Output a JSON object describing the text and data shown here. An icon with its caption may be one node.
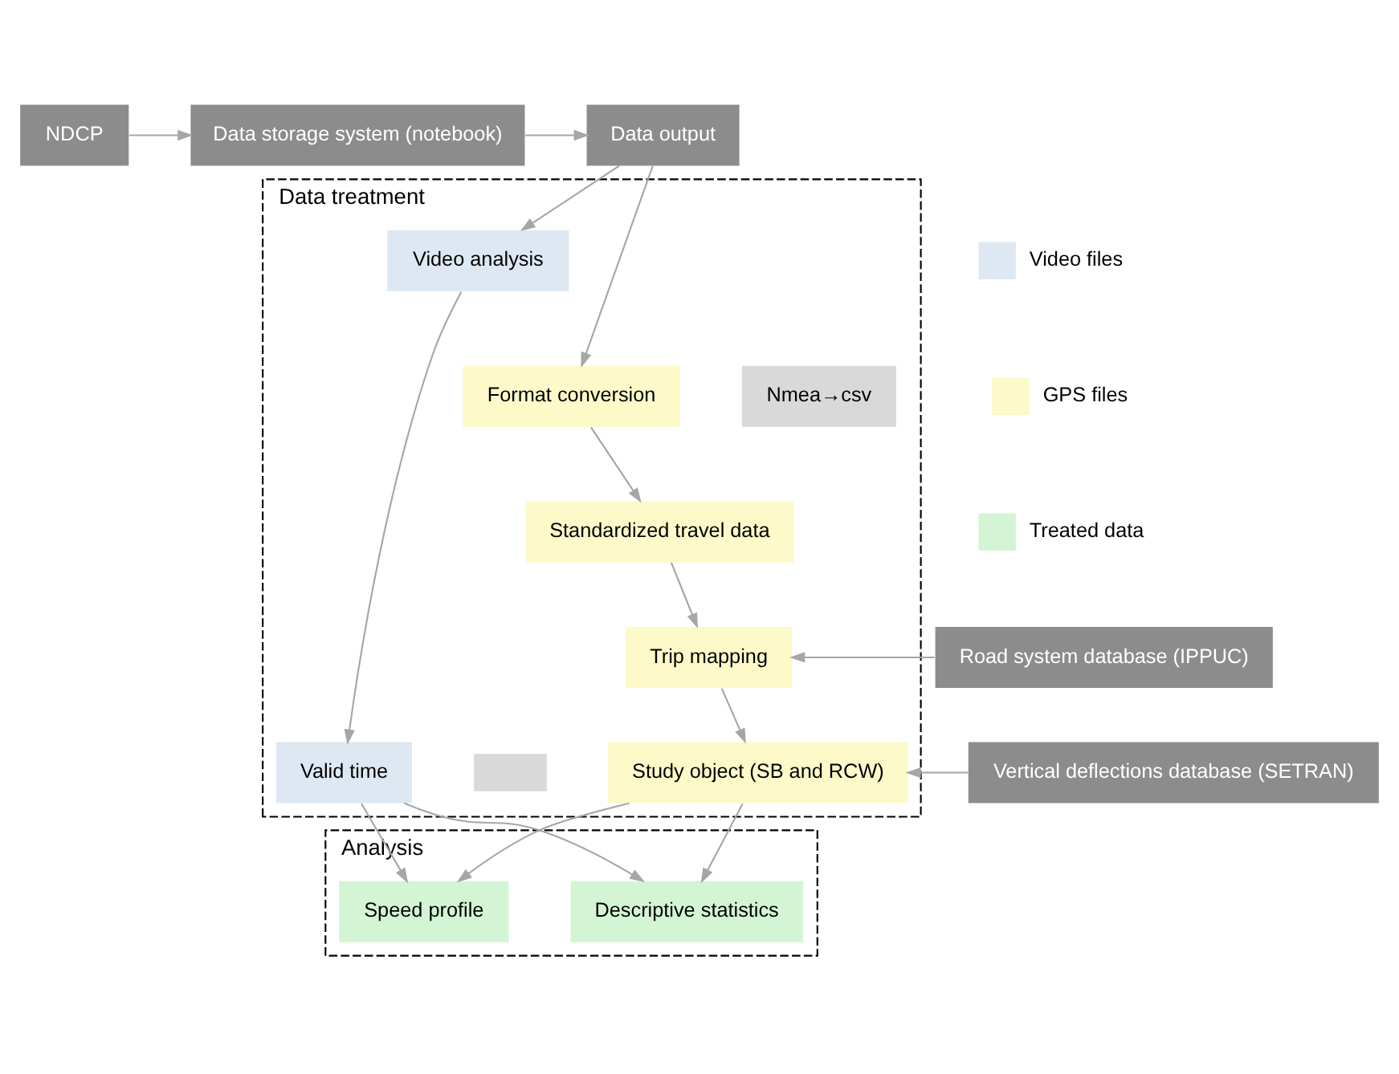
{
  "diagram": {
    "nodes": [
      {
        "text": [
          "NDCP"
        ]
      },
      {
        "text": [
          "Data storage system (notebook)"
        ]
      },
      {
        "text": [
          "Data output"
        ]
      },
      {
        "text": [
          "Data treatment"
        ]
      },
      {
        "text": [
          "Video analysis"
        ],
        "in": 3
      },
      {
        "text": [
          "Valid time"
        ],
        "in": 3
      },
      {
        "text": [
          "Format conversion"
        ],
        "in": 3
      },
      {
        "text": [
          "Nmea→csv"
        ],
        "in": 3
      },
      {
        "text": [
          "Standardized travel data"
        ],
        "in": 3
      },
      {
        "text": [
          "Road system database (IPPUC)"
        ]
      },
      {
        "text": [
          "Trip mapping"
        ],
        "in": 3
      },
      {
        "text": [],
        "shape": "box",
        "in": 3
      },
      {
        "text": [
          "Vertical deflections database (SETRAN)"
        ]
      },
      {
        "text": [
          "Study object (SB and RCW)"
        ],
        "in": 3
      },
      {
        "text": [
          "Analysis"
        ]
      },
      {
        "text": [
          "Speed profile"
        ],
        "in": 14
      },
      {
        "text": [
          "Descriptive statistics"
        ],
        "in": 14
      }
    ],
    "edges": [
      {
        "from": 0,
        "to": 1,
        "arrow": "to"
      },
      {
        "from": 1,
        "to": 2,
        "arrow": "to"
      },
      {
        "from": 2,
        "to": 4,
        "arrow": "to"
      },
      {
        "from": 2,
        "to": 6,
        "arrow": "to"
      },
      {
        "from": 4,
        "to": 5,
        "arrow": "to"
      },
      {
        "from": 6,
        "to": 8,
        "arrow": "to"
      },
      {
        "from": 8,
        "to": 10,
        "arrow": "to"
      },
      {
        "from": 9,
        "to": 10,
        "arrow": "to"
      },
      {
        "from": 10,
        "to": 13,
        "arrow": "to"
      },
      {
        "from": 12,
        "to": 13,
        "arrow": "to"
      },
      {
        "from": 5,
        "to": 15,
        "arrow": "to"
      },
      {
        "from": 5,
        "to": 16,
        "arrow": "to"
      },
      {
        "from": 13,
        "to": 15,
        "arrow": "to"
      },
      {
        "from": 13,
        "to": 16,
        "arrow": "to"
      }
    ],
    "legend": [
      {
        "text": "Video files",
        "color": "#dde8f3"
      },
      {
        "text": "GPS files",
        "color": "#fdf9c9"
      },
      {
        "text": "Treated data",
        "color": "#d3f5d3"
      }
    ]
  }
}
